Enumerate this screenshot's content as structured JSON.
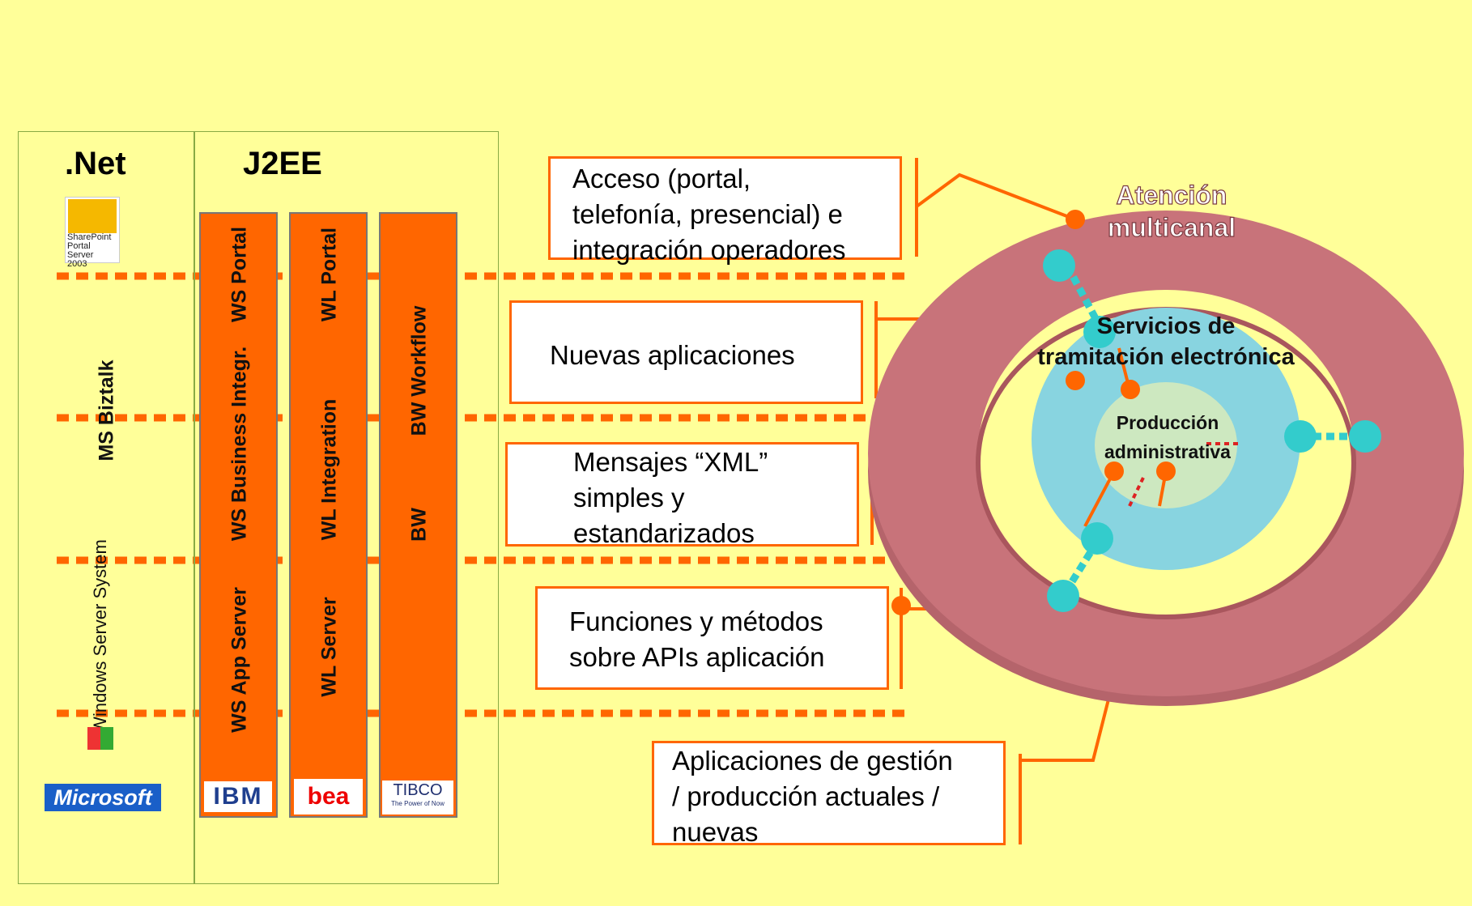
{
  "columns": {
    "net_heading": ".Net",
    "j2ee_heading": "J2EE"
  },
  "net_stack": {
    "sharepoint_logo_lines": [
      "SharePoint",
      "Portal Server",
      "2003"
    ],
    "biztalk_label": "MS Biztalk",
    "windows_server_label": "Windows Server System",
    "microsoft_logo": "Microsoft"
  },
  "j2ee_stack": [
    {
      "vendor_logo": "IBM",
      "labels": [
        "WS App Server",
        "WS Business Integr.",
        "WS Portal"
      ]
    },
    {
      "vendor_logo": "bea",
      "labels": [
        "WL Server",
        "WL Integration",
        "WL Portal"
      ]
    },
    {
      "vendor_logo": "TIBCO",
      "vendor_tagline": "The Power of Now",
      "labels": [
        "BW",
        "BW Workflow"
      ]
    }
  ],
  "callouts": {
    "acceso": [
      "Acceso (portal,",
      "telefonía, presencial) e",
      "integración operadores"
    ],
    "nuevas": [
      "Nuevas aplicaciones"
    ],
    "mensajes": [
      "Mensajes “XML”",
      "simples y",
      "estandarizados"
    ],
    "funciones": [
      "Funciones y métodos",
      "sobre APIs aplicación"
    ],
    "aplicaciones": [
      "Aplicaciones de gestión",
      "/ producción actuales /",
      "nuevas"
    ]
  },
  "rings": {
    "outer_label": [
      "Atención",
      "multicanal"
    ],
    "middle_label": [
      "Servicios de",
      "tramitación electrónica"
    ],
    "inner_label": [
      "Producción",
      "administrativa"
    ]
  },
  "colors": {
    "background": "#ffff99",
    "accent_orange": "#ff6600",
    "outer_ring": "#c8737a",
    "middle_ring": "#88d4e0",
    "inner_core": "#cde8c0",
    "node_cyan": "#33cccc"
  }
}
